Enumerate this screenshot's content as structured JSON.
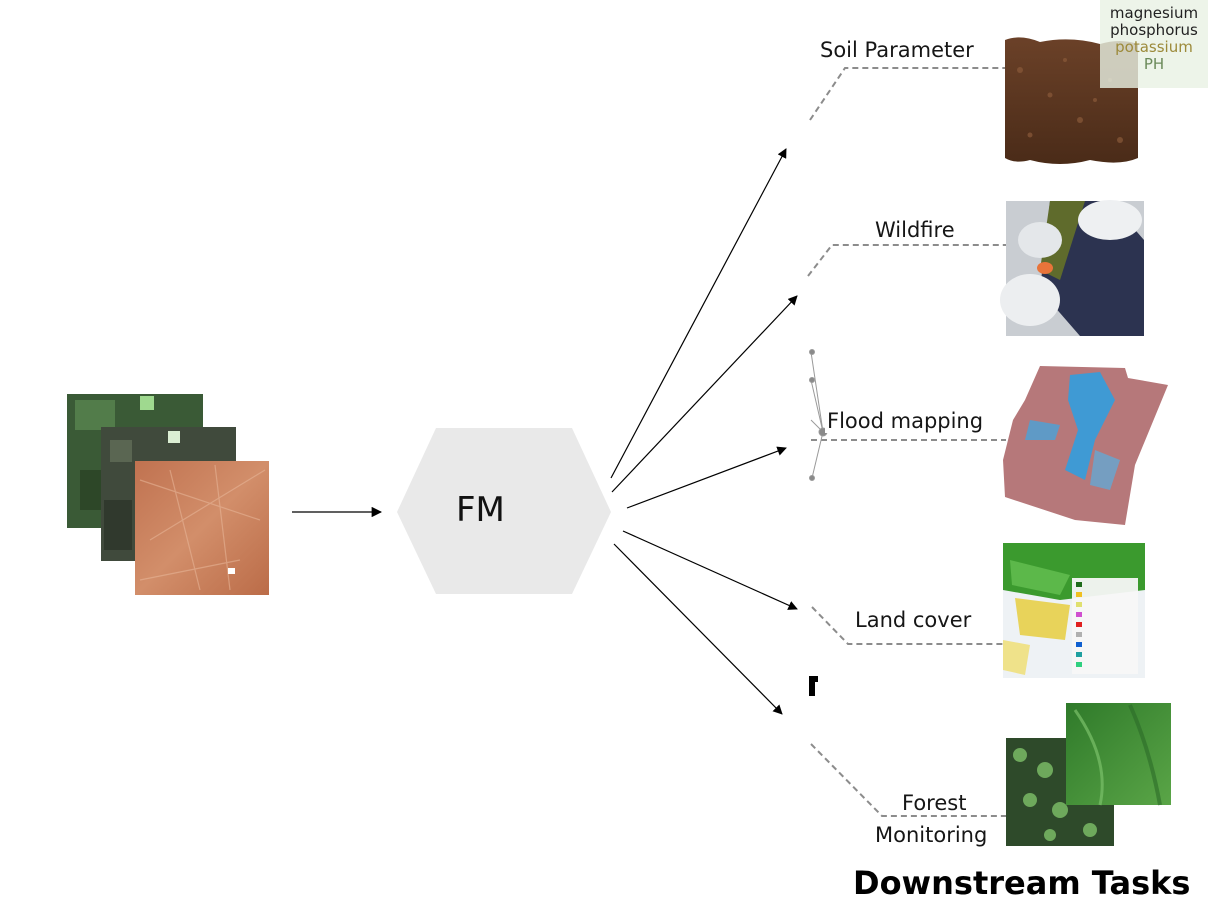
{
  "model": {
    "label": "FM"
  },
  "title": "Downstream Tasks",
  "tasks": [
    {
      "label": "Soil Parameter"
    },
    {
      "label": "Wildfire"
    },
    {
      "label": "Flood mapping"
    },
    {
      "label": "Land cover"
    },
    {
      "label": "Forest"
    },
    {
      "label": "Monitoring"
    }
  ],
  "soil_parameters": [
    "magnesium",
    "phosphorus",
    "potassium",
    "PH"
  ],
  "colors": {
    "hexagon": "#e9e9e9",
    "arrow": "#000000",
    "dashed": "#8c8c8c",
    "soil": "#5a3520",
    "input_tile_front": "#c9805a",
    "input_tile_back": "#3c5535"
  }
}
